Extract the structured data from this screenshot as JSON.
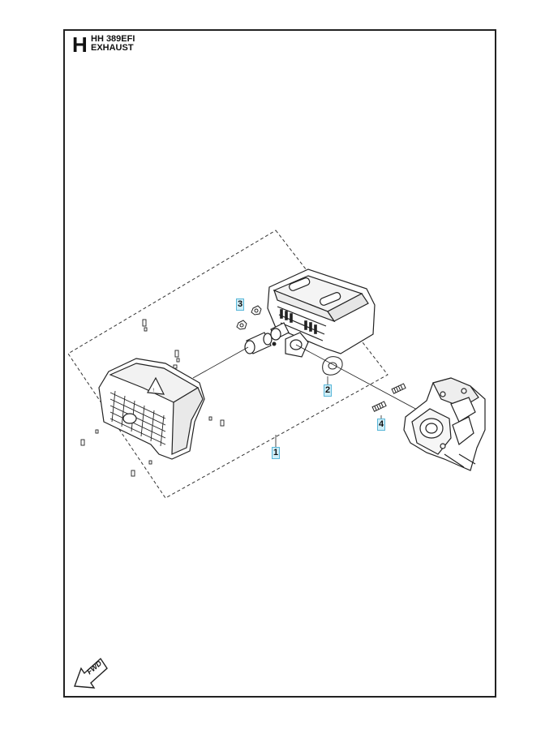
{
  "header": {
    "section_letter": "H",
    "model": "HH 389EFI",
    "section_name": "EXHAUST"
  },
  "callouts": [
    {
      "number": "1"
    },
    {
      "number": "2"
    },
    {
      "number": "3"
    },
    {
      "number": "4"
    }
  ],
  "fwd_indicator": {
    "label": "FWD"
  }
}
